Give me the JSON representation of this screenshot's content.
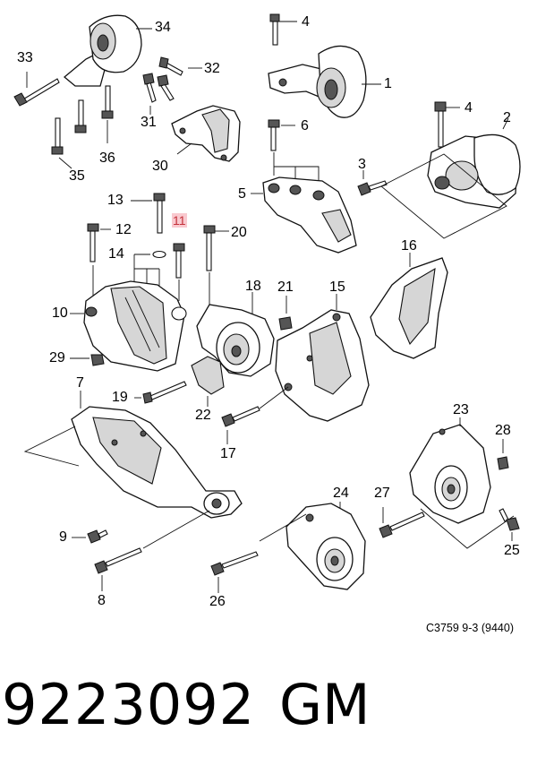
{
  "diagram": {
    "callouts": {
      "c1": "1",
      "c2": "2",
      "c3": "3",
      "c4a": "4",
      "c4b": "4",
      "c5": "5",
      "c6": "6",
      "c7": "7",
      "c8": "8",
      "c9": "9",
      "c10": "10",
      "c11": "11",
      "c12": "12",
      "c13": "13",
      "c14": "14",
      "c15": "15",
      "c16": "16",
      "c17": "17",
      "c18": "18",
      "c19": "19",
      "c20": "20",
      "c21": "21",
      "c22": "22",
      "c23": "23",
      "c24": "24",
      "c25": "25",
      "c26": "26",
      "c27": "27",
      "c28": "28",
      "c29": "29",
      "c30": "30",
      "c31": "31",
      "c32": "32",
      "c33": "33",
      "c34": "34",
      "c35": "35",
      "c36": "36"
    },
    "highlighted_callout": "11",
    "highlight_color": "#f9c9cf",
    "reference_code": "C3759 9-3 (9440)"
  },
  "footer": {
    "part_number": "9223092",
    "brand": "GM"
  }
}
